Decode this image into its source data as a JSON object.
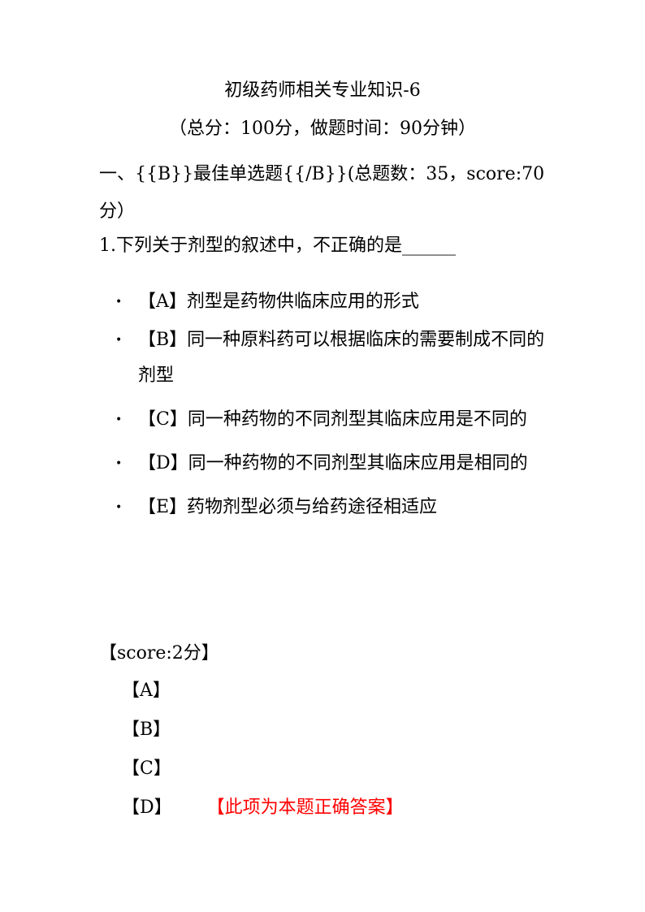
{
  "doc": {
    "title": "初级药师相关专业知识-6",
    "subtitle": "（总分：100分，做题时间：90分钟）",
    "section_heading": "一、{{B}}最佳单选题{{/B}}(总题数：35，score:70分）"
  },
  "question": {
    "text": "1.下列关于剂型的叙述中，不正确的是______",
    "options": [
      {
        "bullet": "•",
        "text": "【A】剂型是药物供临床应用的形式"
      },
      {
        "bullet": "•",
        "text": "【B】同一种原料药可以根据临床的需要制成不同的剂型"
      },
      {
        "bullet": "•",
        "text": "【C】同一种药物的不同剂型其临床应用是不同的"
      },
      {
        "bullet": "•",
        "text": "【D】同一种药物的不同剂型其临床应用是相同的"
      },
      {
        "bullet": "•",
        "text": "【E】药物剂型必须与给药途径相适应"
      }
    ]
  },
  "answer": {
    "score_label": "【score:2分】",
    "choices": [
      "【A】",
      "【B】",
      "【C】",
      "【D】"
    ],
    "correct_note": "【此项为本题正确答案】"
  },
  "colors": {
    "text": "#000000",
    "correct": "#ff0000"
  }
}
